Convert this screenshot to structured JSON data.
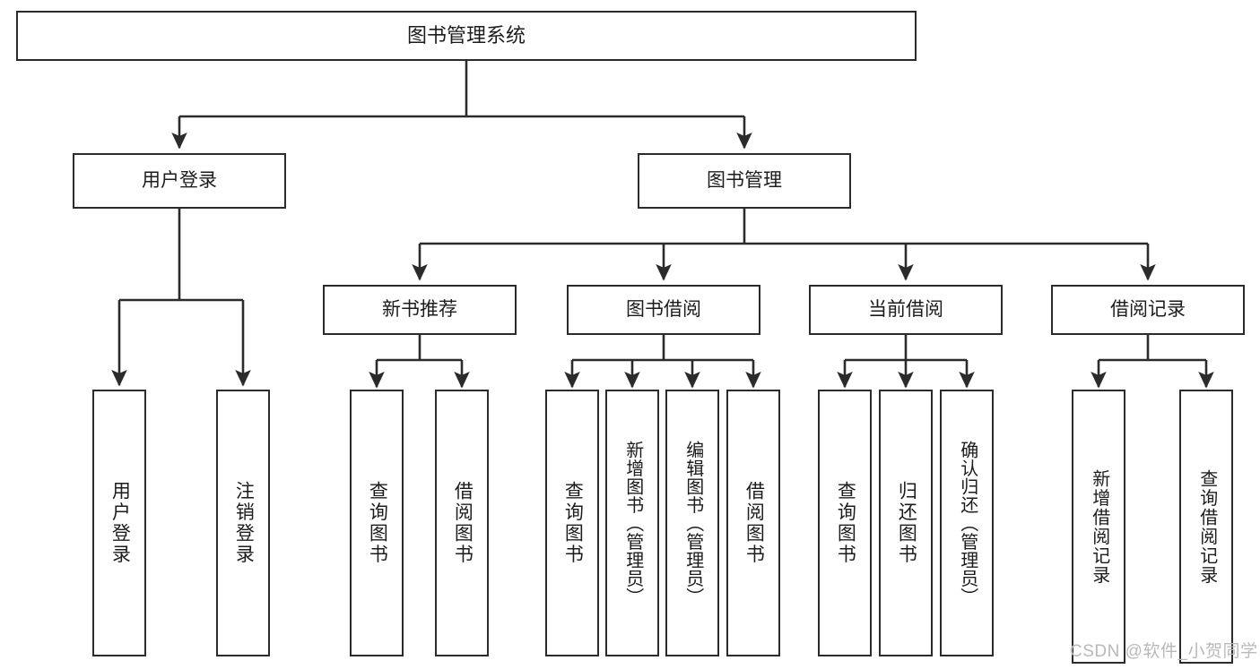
{
  "diagram": {
    "title": "图书管理系统",
    "type": "tree",
    "orientation": "top-down",
    "line_color": "#2b2b2b",
    "box_fill": "#ffffff",
    "watermark": "CSDN @软件_小贺同学",
    "nodes": {
      "root": {
        "label": "图书管理系统"
      },
      "level2": [
        {
          "id": "user-login",
          "label": "用户登录"
        },
        {
          "id": "book-manage",
          "label": "图书管理"
        }
      ],
      "level3": [
        {
          "id": "new-book-recommend",
          "label": "新书推荐"
        },
        {
          "id": "book-borrow",
          "label": "图书借阅"
        },
        {
          "id": "current-borrow",
          "label": "当前借阅"
        },
        {
          "id": "borrow-record",
          "label": "借阅记录"
        }
      ],
      "leaves": {
        "user_login": [
          {
            "id": "leaf-user-login",
            "label": "用户登录"
          },
          {
            "id": "leaf-logout-login",
            "label": "注销登录"
          }
        ],
        "new_book_recommend": [
          {
            "id": "leaf-query-book-1",
            "label": "查询图书"
          },
          {
            "id": "leaf-borrow-book-1",
            "label": "借阅图书"
          }
        ],
        "book_borrow": [
          {
            "id": "leaf-query-book-2",
            "label": "查询图书"
          },
          {
            "id": "leaf-add-book",
            "label": "新增图书（管理员）"
          },
          {
            "id": "leaf-edit-book",
            "label": "编辑图书（管理员）"
          },
          {
            "id": "leaf-borrow-book-2",
            "label": "借阅图书"
          }
        ],
        "current_borrow": [
          {
            "id": "leaf-query-book-3",
            "label": "查询图书"
          },
          {
            "id": "leaf-return-book",
            "label": "归还图书"
          },
          {
            "id": "leaf-confirm-return",
            "label": "确认归还（管理员）"
          }
        ],
        "borrow_record": [
          {
            "id": "leaf-add-record",
            "label": "新增借阅记录"
          },
          {
            "id": "leaf-query-record",
            "label": "查询借阅记录"
          }
        ]
      }
    }
  }
}
